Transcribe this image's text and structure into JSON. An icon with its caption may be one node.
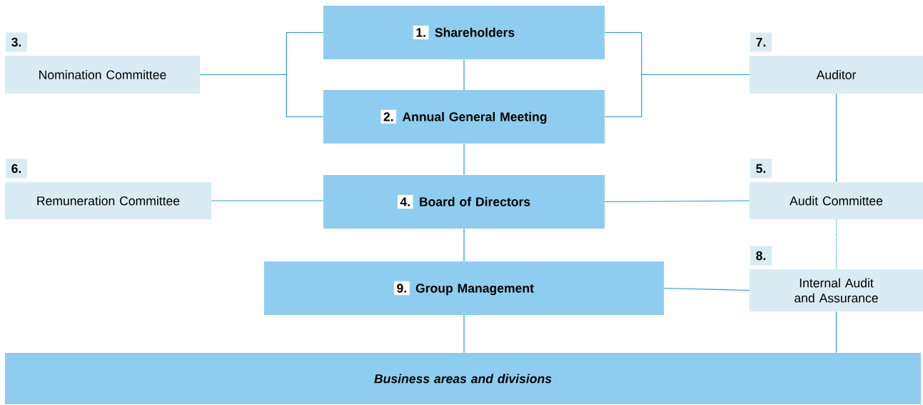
{
  "diagram": {
    "nodes": [
      {
        "text": [
          "1.",
          "Shareholders"
        ]
      },
      {
        "text": [
          "2.",
          "Annual General Meeting"
        ]
      },
      {
        "text": [
          "3.",
          "Nomination Committee"
        ]
      },
      {
        "text": [
          "7.",
          "Auditor"
        ]
      },
      {
        "text": [
          "4.",
          "Board of Directors"
        ]
      },
      {
        "text": [
          "6.",
          "Remuneration Committee"
        ]
      },
      {
        "text": [
          "5.",
          "Audit Committee"
        ]
      },
      {
        "text": [
          "9.",
          "Group Management"
        ]
      },
      {
        "text": [
          "8.",
          "Internal Audit and Assurance"
        ]
      },
      {
        "text": [
          "Business areas and divisions"
        ]
      }
    ],
    "edges": [
      {
        "from": 0,
        "to": 1,
        "arrow": "none"
      },
      {
        "from": 2,
        "to": 0,
        "arrow": "none"
      },
      {
        "from": 2,
        "to": 1,
        "arrow": "none"
      },
      {
        "from": 3,
        "to": 0,
        "arrow": "none"
      },
      {
        "from": 3,
        "to": 1,
        "arrow": "none"
      },
      {
        "from": 1,
        "to": 4,
        "arrow": "none"
      },
      {
        "from": 5,
        "to": 4,
        "arrow": "none"
      },
      {
        "from": 4,
        "to": 6,
        "arrow": "none"
      },
      {
        "from": 3,
        "to": 6,
        "arrow": "none"
      },
      {
        "from": 6,
        "to": 8,
        "arrow": "none",
        "style": "dashed"
      },
      {
        "from": 4,
        "to": 7,
        "arrow": "none"
      },
      {
        "from": 7,
        "to": 8,
        "arrow": "none"
      },
      {
        "from": 7,
        "to": 9,
        "arrow": "none"
      },
      {
        "from": 8,
        "to": 9,
        "arrow": "none"
      }
    ]
  }
}
